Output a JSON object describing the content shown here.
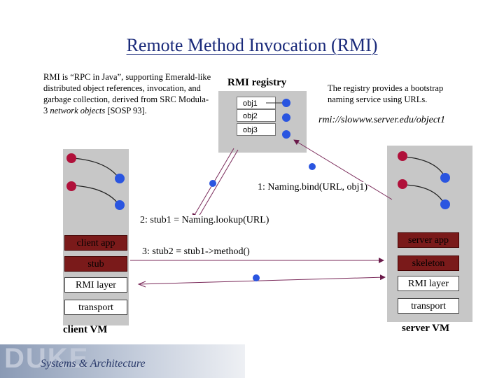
{
  "title": "Remote Method Invocation (RMI)",
  "intro": {
    "text_main": "RMI is “RPC in Java”, supporting Emerald-like distributed object references, invocation, and garbage collection, derived from SRC Modula-3 ",
    "text_italic": "network objects",
    "text_tail": " [SOSP 93]."
  },
  "registry": {
    "title": "RMI registry",
    "entries": [
      "obj1",
      "obj2",
      "obj3"
    ]
  },
  "bootstrap_note": "The registry provides a bootstrap naming service using URLs.",
  "url_example": "rmi://slowww.server.edu/object1",
  "steps": {
    "step1": "1: Naming.bind(URL, obj1)",
    "step2": "2: stub1 = Naming.lookup(URL)",
    "step3": "3: stub2 = stub1->method()"
  },
  "client": {
    "app": "client app",
    "stub": "stub",
    "rmi_layer": "RMI layer",
    "transport": "transport",
    "vm": "client VM"
  },
  "server": {
    "app": "server app",
    "skeleton": "skeleton",
    "rmi_layer": "RMI layer",
    "transport": "transport",
    "vm": "server VM"
  },
  "logo": {
    "name": "DUKE",
    "sub": "Systems & Architecture"
  },
  "colors": {
    "title": "#1a2a7a",
    "gray_box": "#c7c7c7",
    "red_node": "#b0103a",
    "blue_node": "#2a55e0",
    "dark_box": "#7a1a1a"
  }
}
